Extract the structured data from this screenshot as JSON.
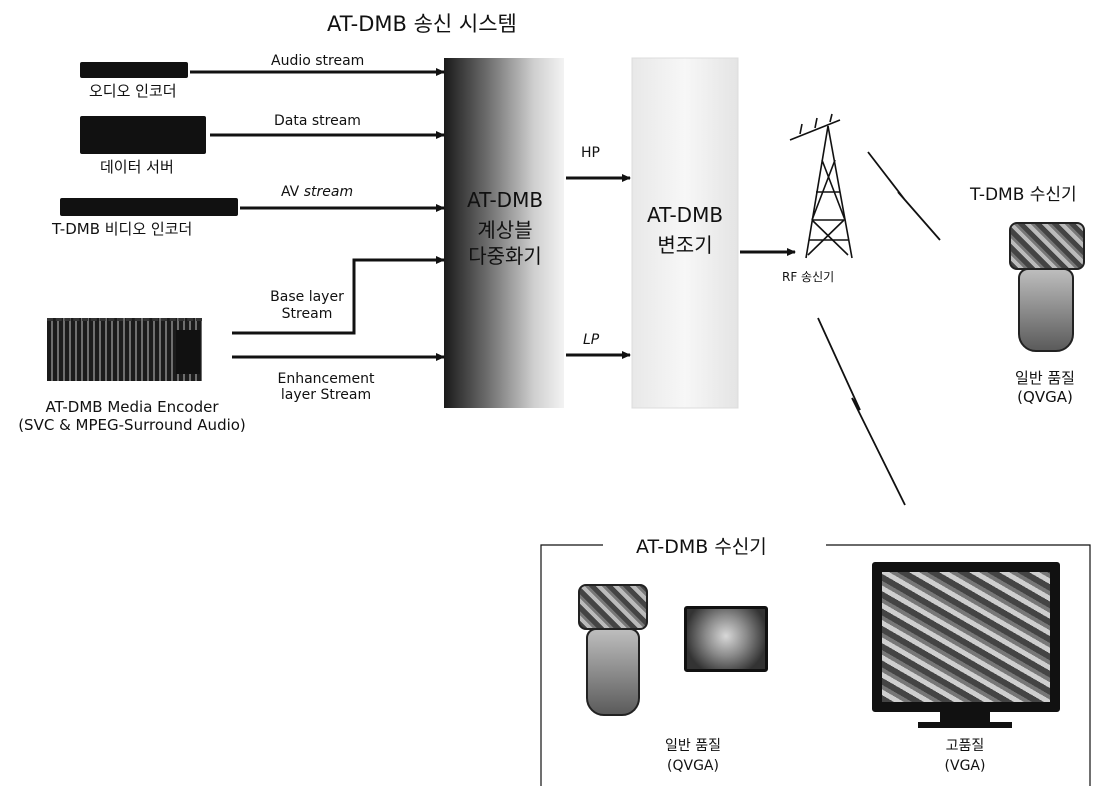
{
  "title": "AT-DMB 송신 시스템",
  "sources": [
    {
      "name": "오디오 인코더"
    },
    {
      "name": "데이터 서버"
    },
    {
      "name": "T-DMB 비디오 인코더"
    }
  ],
  "media_encoder": {
    "line1": "AT-DMB Media Encoder",
    "line2": "(SVC & MPEG-Surround Audio)"
  },
  "streams": {
    "audio": "Audio stream",
    "data": "Data stream",
    "av_prefix": "AV ",
    "av_suffix": "stream",
    "base1": "Base layer",
    "base2": "Stream",
    "enh1": "Enhancement",
    "enh2": "layer Stream"
  },
  "mux": {
    "line1": "AT-DMB",
    "line2": "계상블",
    "line3": "다중화기"
  },
  "modulator": {
    "line1": "AT-DMB",
    "line2": "변조기"
  },
  "paths": {
    "hp": "HP",
    "lp": "LP"
  },
  "rf": "RF 송신기",
  "tdmb_rx": {
    "title": "T-DMB 수신기",
    "quality": "일반 품질",
    "res": "(QVGA)"
  },
  "atdmb_rx": {
    "title": "AT-DMB 수신기",
    "left_quality": "일반 품질",
    "left_res": "(QVGA)",
    "right_quality": "고품질",
    "right_res": "(VGA)"
  },
  "colors": {
    "line": "#111111",
    "column_dark": "#1a1a1a",
    "column_light": "#eeeeee"
  }
}
